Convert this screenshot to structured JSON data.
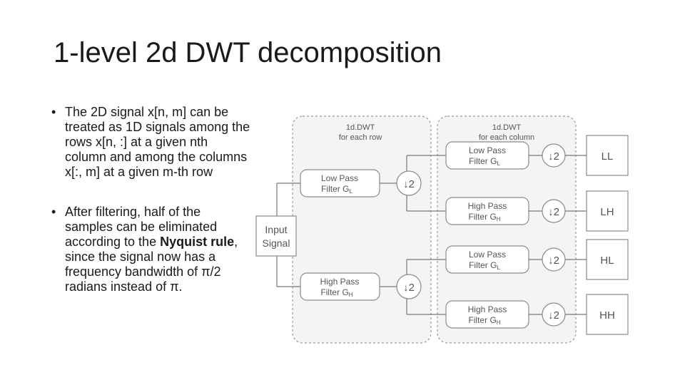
{
  "slide": {
    "title": "1-level 2d DWT decomposition"
  },
  "bullets": [
    {
      "marker": "•",
      "text": "The 2D signal x[n, m] can be treated as 1D signals among the rows x[n, :] at a given nth column and among the columns x[:, m] at a given m-th row"
    },
    {
      "marker": "•",
      "before": "After filtering, half of the samples can be eliminated according to the ",
      "bold": "Nyquist rule",
      "after": ", since the signal now has a frequency bandwidth of π/2 radians instead of π."
    }
  ],
  "diagram": {
    "input": {
      "line1": "Input",
      "line2": "Signal"
    },
    "row_stage": {
      "line1": "1d.DWT",
      "line2": "for each row"
    },
    "column_stage": {
      "line1": "1d.DWT",
      "line2": "for each column"
    },
    "row_filters": [
      {
        "line1": "Low Pass",
        "line2": "Filter G",
        "sub": "L",
        "downsample": "↓2"
      },
      {
        "line1": "High Pass",
        "line2": "Filter G",
        "sub": "H",
        "downsample": "↓2"
      }
    ],
    "column_filters": [
      {
        "line1": "Low Pass",
        "line2": "Filter G",
        "sub": "L",
        "downsample": "↓2",
        "output": "LL"
      },
      {
        "line1": "High Pass",
        "line2": "Filter G",
        "sub": "H",
        "downsample": "↓2",
        "output": "LH"
      },
      {
        "line1": "Low Pass",
        "line2": "Filter G",
        "sub": "L",
        "downsample": "↓2",
        "output": "HL"
      },
      {
        "line1": "High Pass",
        "line2": "Filter G",
        "sub": "H",
        "downsample": "↓2",
        "output": "HH"
      }
    ]
  }
}
